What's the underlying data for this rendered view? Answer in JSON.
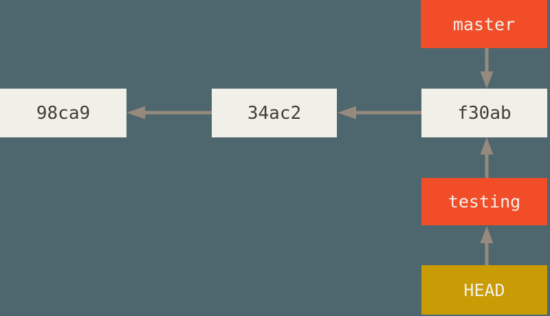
{
  "diagram": {
    "type": "git-commit-graph",
    "background": "#4e666e",
    "colors": {
      "commit_box": "#f1f0e8",
      "commit_text": "#433d35",
      "branch_box": "#f04d28",
      "head_box": "#c99b04",
      "ref_text": "#f4f0e9",
      "arrow": "#96897d"
    },
    "commits": [
      {
        "id": "98ca9"
      },
      {
        "id": "34ac2"
      },
      {
        "id": "f30ab"
      }
    ],
    "refs": {
      "master": {
        "label": "master",
        "type": "branch",
        "points_to": "f30ab"
      },
      "testing": {
        "label": "testing",
        "type": "branch",
        "points_to": "f30ab"
      },
      "head": {
        "label": "HEAD",
        "type": "head",
        "points_to": "testing"
      }
    },
    "edges": [
      {
        "from": "34ac2",
        "to": "98ca9"
      },
      {
        "from": "f30ab",
        "to": "34ac2"
      },
      {
        "from": "master",
        "to": "f30ab"
      },
      {
        "from": "testing",
        "to": "f30ab"
      },
      {
        "from": "HEAD",
        "to": "testing"
      }
    ]
  }
}
